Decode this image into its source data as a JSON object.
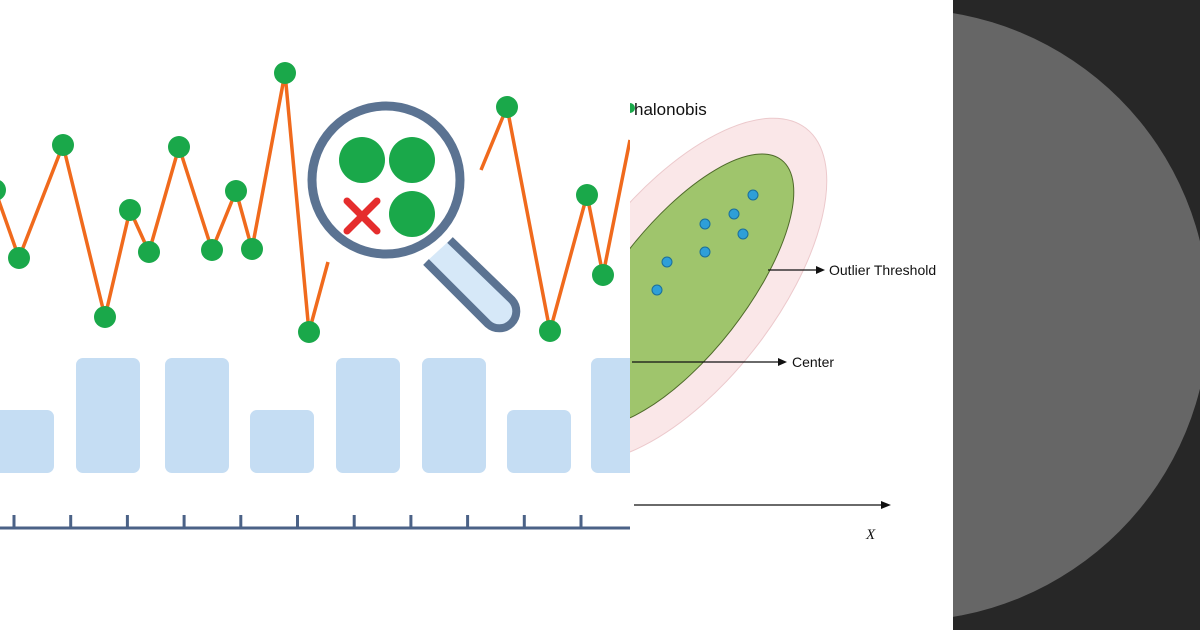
{
  "illustration": {
    "magnifier_mark": "×"
  },
  "mahalanobis": {
    "title": "halonobis",
    "labels": {
      "outlier_threshold": "Outlier Threshold",
      "center": "Center",
      "x_axis": "X"
    }
  },
  "colors": {
    "line": "#f06a1d",
    "point": "#1aa84a",
    "bar": "#c5ddf3",
    "axis": "#4b6287",
    "magnifier_ring": "#5b7392",
    "handle_fill": "#d6e8f8",
    "cross": "#e52d2d",
    "outer_ellipse": "#fae7e8",
    "inner_ellipse": "#9fc56c",
    "scatter_point": "#2e9fd8",
    "right_bg": "#272727",
    "right_circle": "#666666"
  },
  "icons": {
    "magnifier": "magnifier-icon",
    "cross": "cross-icon"
  }
}
